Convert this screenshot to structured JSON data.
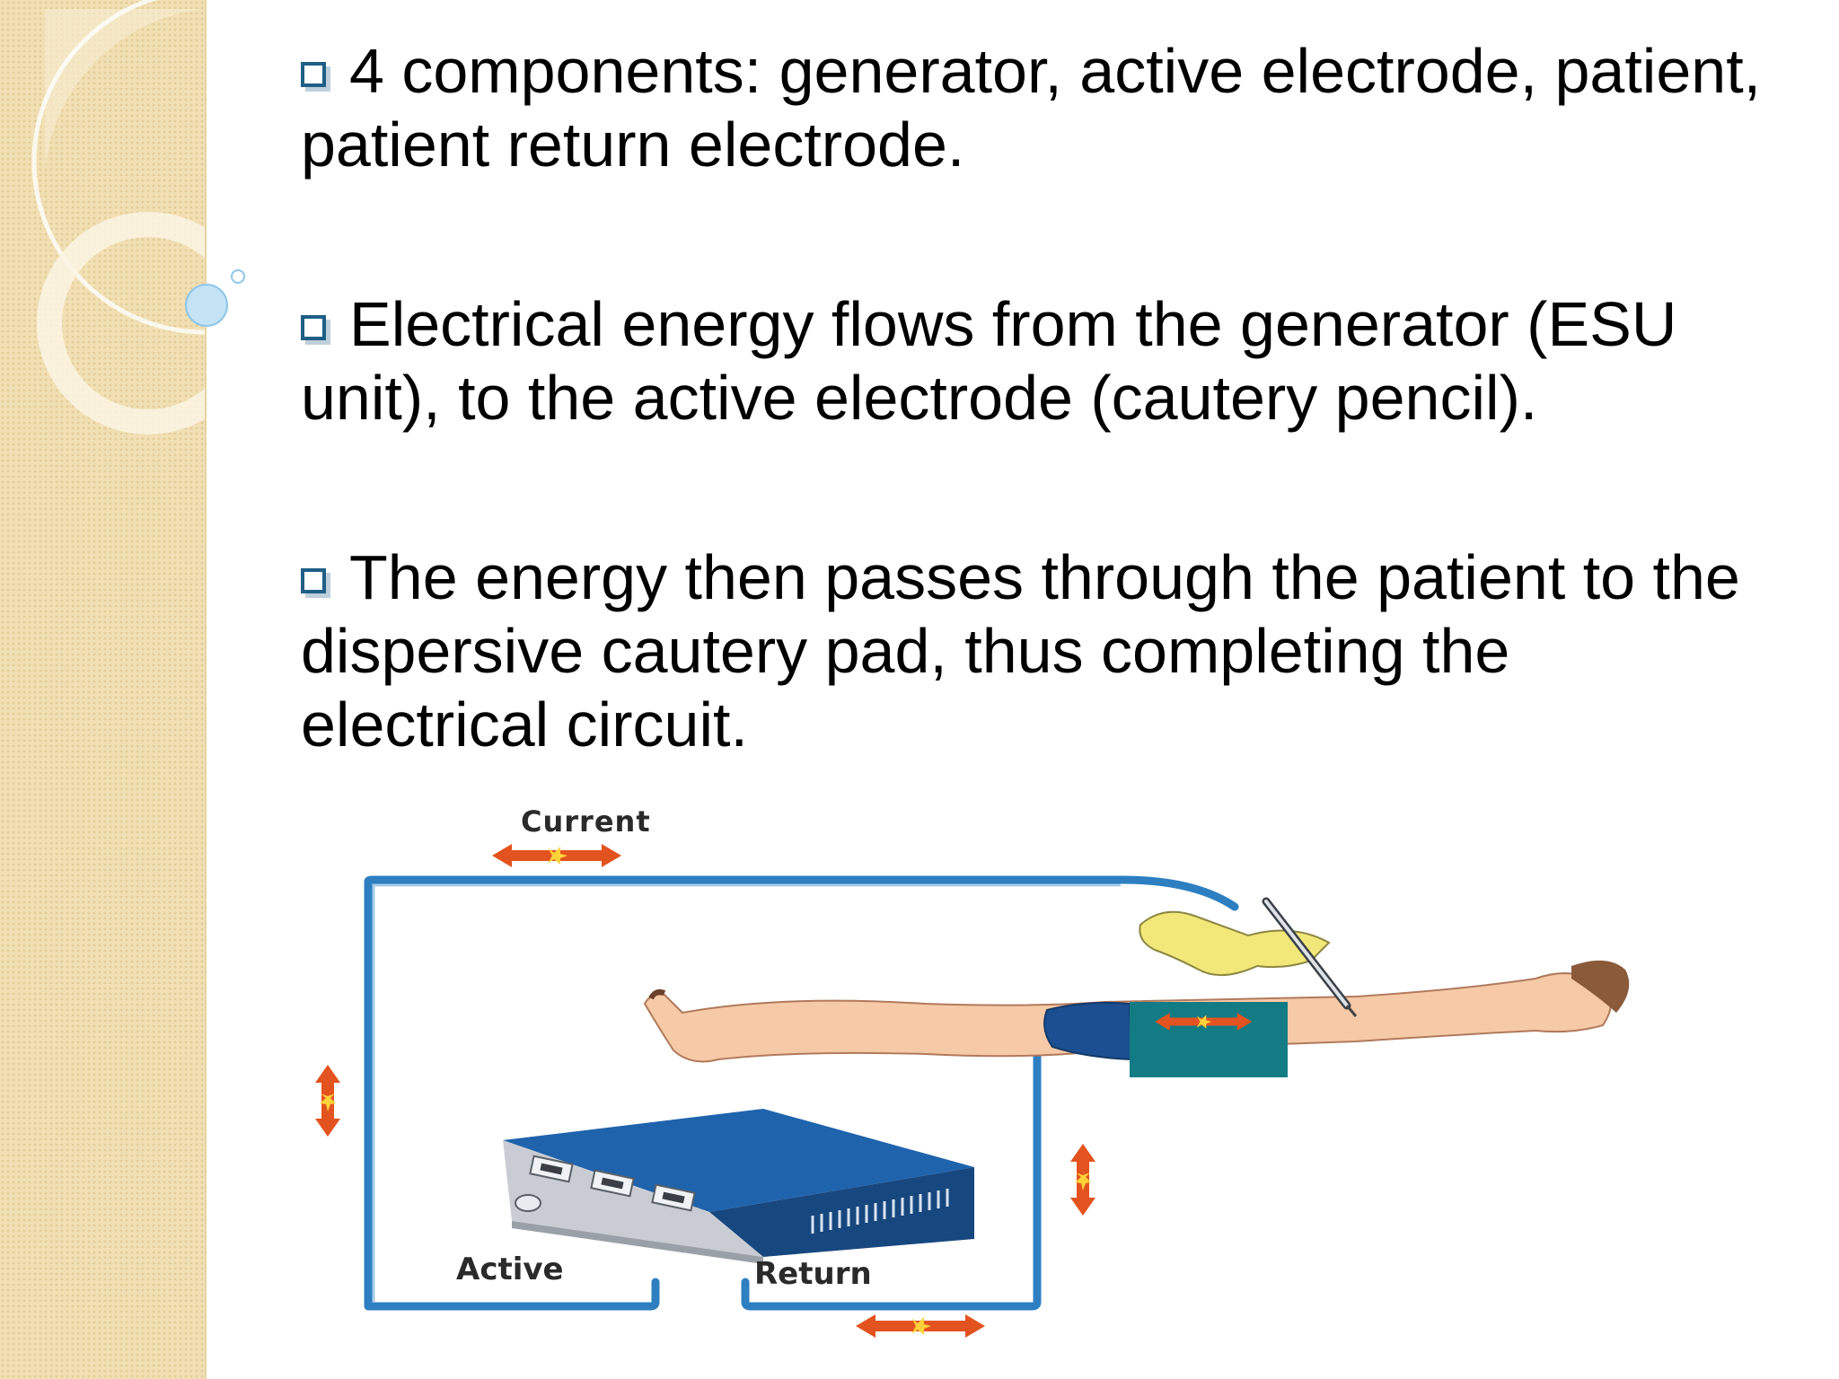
{
  "slide": {
    "bullets": [
      {
        "icon": "checkbox-bullet-icon",
        "text": "4 components: generator, active electrode, patient, patient return electrode."
      },
      {
        "icon": "checkbox-bullet-icon",
        "text": "Electrical energy flows from the generator (ESU unit), to the active electrode (cautery pencil)."
      },
      {
        "icon": "checkbox-bullet-icon",
        "text": "The energy then passes through the patient to the dispersive cautery pad, thus completing the electrical circuit."
      }
    ]
  },
  "diagram": {
    "labels": {
      "current": "Current",
      "active": "Active",
      "return": "Return"
    },
    "colors": {
      "wire": "#2d7fc1",
      "arrow": "#e3531f",
      "generator": "#1c5596",
      "drape": "#137b84",
      "skin": "#f6c9a7",
      "glove": "#f2e87a",
      "band": "#b8a77d"
    }
  }
}
